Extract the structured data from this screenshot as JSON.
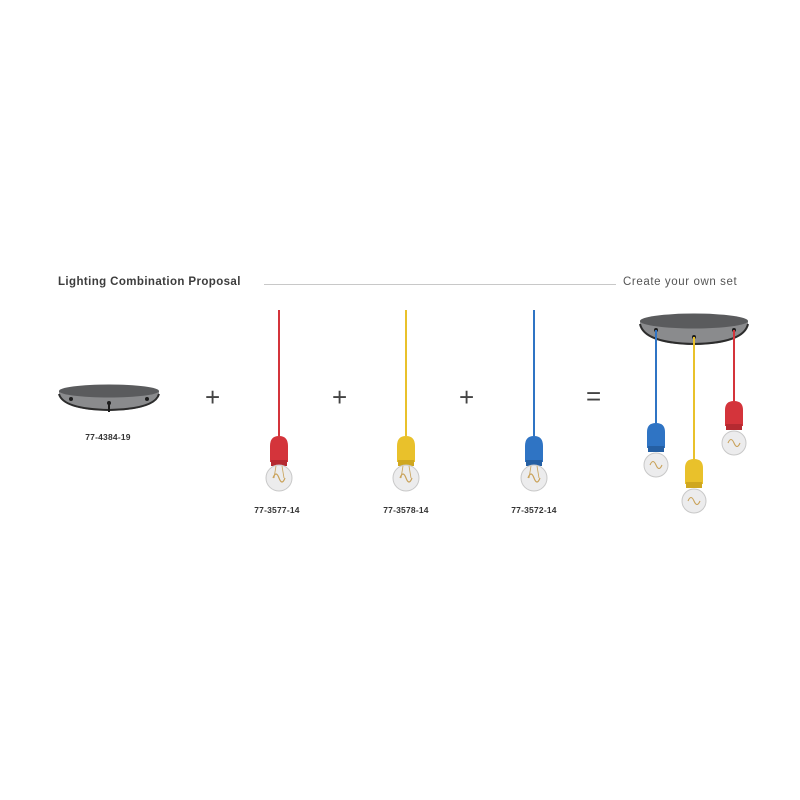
{
  "header": {
    "title": "Lighting Combination Proposal",
    "tagline": "Create your own set"
  },
  "products": [
    {
      "code": "77-4384-19",
      "name": "canopy"
    },
    {
      "code": "77-3577-14",
      "name": "pendant-red",
      "color": "#d4343b"
    },
    {
      "code": "77-3578-14",
      "name": "pendant-yellow",
      "color": "#e9c12b"
    },
    {
      "code": "77-3572-14",
      "name": "pendant-blue",
      "color": "#2f74c4"
    }
  ],
  "operators": [
    "+",
    "+",
    "+",
    "="
  ],
  "colors": {
    "canopy": "#2b2b2b",
    "bulb_glass": "#e9e9ea",
    "filament": "#c9a25a"
  }
}
